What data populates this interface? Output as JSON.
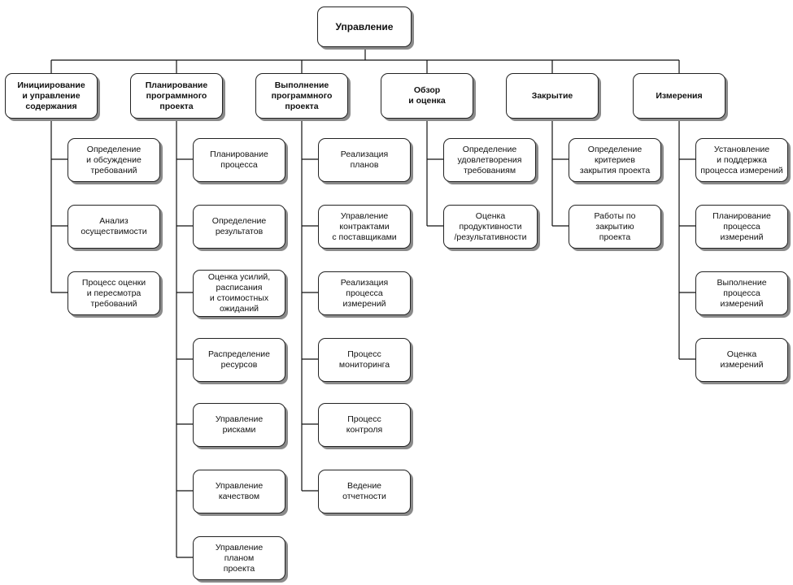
{
  "diagram": {
    "root": {
      "label": "Управление"
    },
    "phases": [
      {
        "label": "Инициирование\nи управление\nсодержания",
        "children": [
          "Определение\nи обсуждение\nтребований",
          "Анализ\nосуществимости",
          "Процесс оценки\nи пересмотра\nтребований"
        ]
      },
      {
        "label": "Планирование\nпрограммного\nпроекта",
        "children": [
          "Планирование\nпроцесса",
          "Определение\nрезультатов",
          "Оценка усилий,\nрасписания\nи стоимостных\nожиданий",
          "Распределение\nресурсов",
          "Управление\nрисками",
          "Управление\nкачеством",
          "Управление\nпланом\nпроекта"
        ]
      },
      {
        "label": "Выполнение\nпрограммного\nпроекта",
        "children": [
          "Реализация\nпланов",
          "Управление\nконтрактами\nс поставщиками",
          "Реализация\nпроцесса\nизмерений",
          "Процесс\nмониторинга",
          "Процесс\nконтроля",
          "Ведение\nотчетности"
        ]
      },
      {
        "label": "Обзор\nи оценка",
        "children": [
          "Определение\nудовлетворения\nтребованиям",
          "Оценка\nпродуктивности\n/результативности"
        ]
      },
      {
        "label": "Закрытие",
        "children": [
          "Определение\nкритериев\nзакрытия проекта",
          "Работы по\nзакрытию\nпроекта"
        ]
      },
      {
        "label": "Измерения",
        "children": [
          "Установление\nи поддержка\nпроцесса измерений",
          "Планирование\nпроцесса\nизмерений",
          "Выполнение\nпроцесса\nизмерений",
          "Оценка\nизмерений"
        ]
      }
    ]
  },
  "colors": {
    "line": "#111111",
    "border": "#222222",
    "shadow": "#8a8a8a",
    "background": "#ffffff"
  }
}
